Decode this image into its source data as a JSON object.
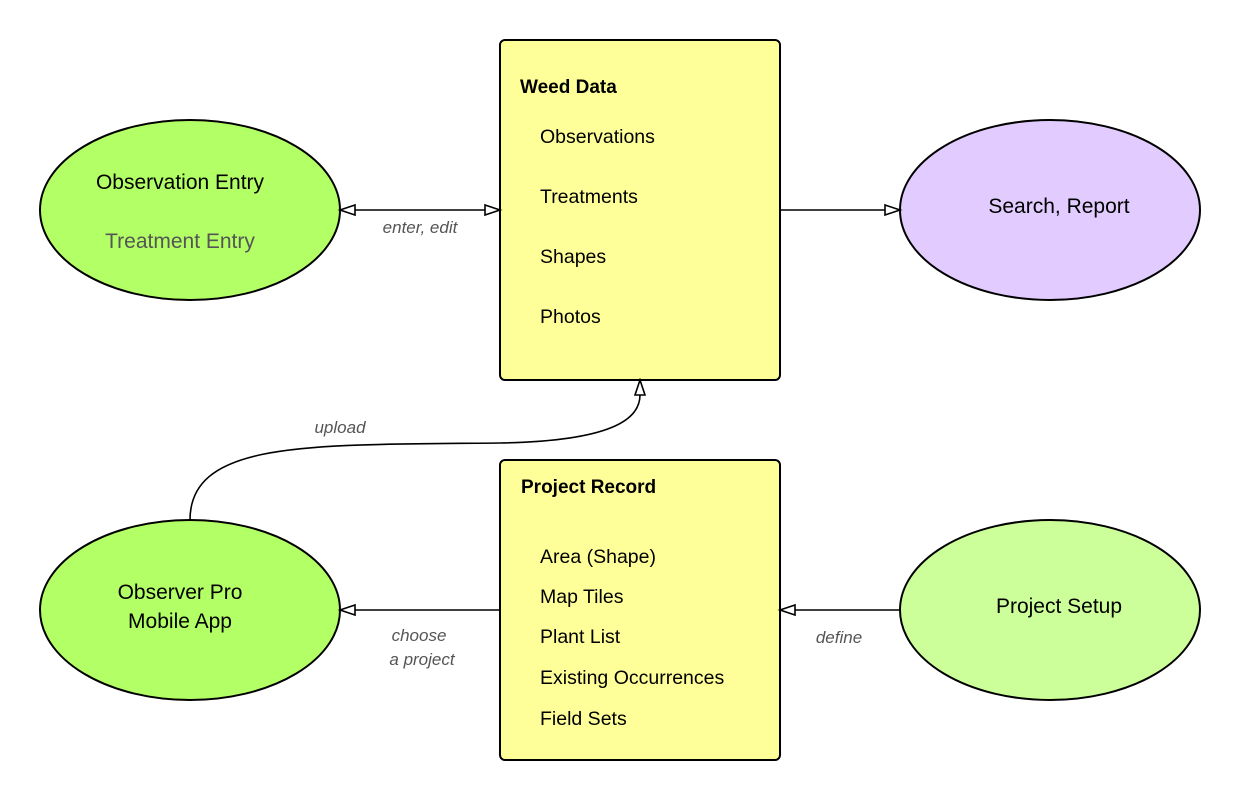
{
  "colors": {
    "bright_green": "#B3FF66",
    "light_green": "#CCFF99",
    "purple": "#E2CBFF",
    "yellow": "#FFFF99"
  },
  "nodes": {
    "observation_entry": {
      "line1": "Observation Entry",
      "line2": "Treatment Entry"
    },
    "search_report": {
      "label": "Search, Report"
    },
    "observer_pro": {
      "line1": "Observer Pro",
      "line2": "Mobile App"
    },
    "project_setup": {
      "label": "Project Setup"
    }
  },
  "weed_data": {
    "title": "Weed Data",
    "items": [
      "Observations",
      "Treatments",
      "Shapes",
      "Photos"
    ]
  },
  "project_record": {
    "title": "Project Record",
    "items": [
      "Area (Shape)",
      "Map Tiles",
      "Plant List",
      "Existing Occurrences",
      "Field Sets"
    ]
  },
  "edges": {
    "enter_edit": "enter, edit",
    "upload": "upload",
    "choose_line1": "choose",
    "choose_line2": "a project",
    "define": "define"
  }
}
